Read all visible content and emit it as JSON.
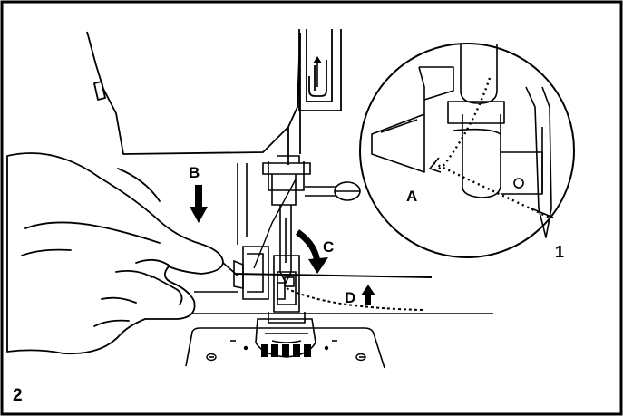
{
  "figure": {
    "step_number": "2",
    "inset_number": "1",
    "labels": {
      "a": "A",
      "b": "B",
      "c": "C",
      "d": "D"
    }
  },
  "colors": {
    "ink": "#000000",
    "paper": "#ffffff"
  },
  "icons": [
    "arrow-down-icon",
    "arrow-up-icon",
    "curved-arrow-icon",
    "up-arrow-slot-icon"
  ]
}
